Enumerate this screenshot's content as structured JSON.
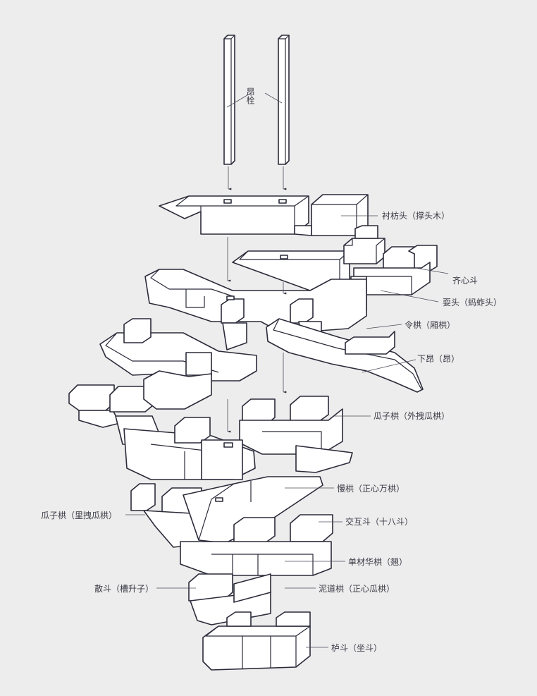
{
  "diagram": {
    "labels": {
      "angshuan": "昂栓",
      "chenfangtou": "衬枋头（撑头木）",
      "qixindou": "齐心斗",
      "shuatou": "耍头（蚂蚱头）",
      "linggong": "令栱（厢栱）",
      "xiaang": "下昂（昂）",
      "guazigong_outer": "瓜子栱（外拽瓜栱）",
      "mangong": "慢栱（正心万栱）",
      "guazigong_inner": "瓜子栱（里拽瓜栱）",
      "jiaohudou": "交互斗（十八斗）",
      "dancaihuagong": "单材华栱（翘）",
      "sandou": "散斗（槽升子）",
      "nidaogong": "泥道栱（正心瓜栱）",
      "ludou": "栌斗（坐斗）"
    }
  }
}
